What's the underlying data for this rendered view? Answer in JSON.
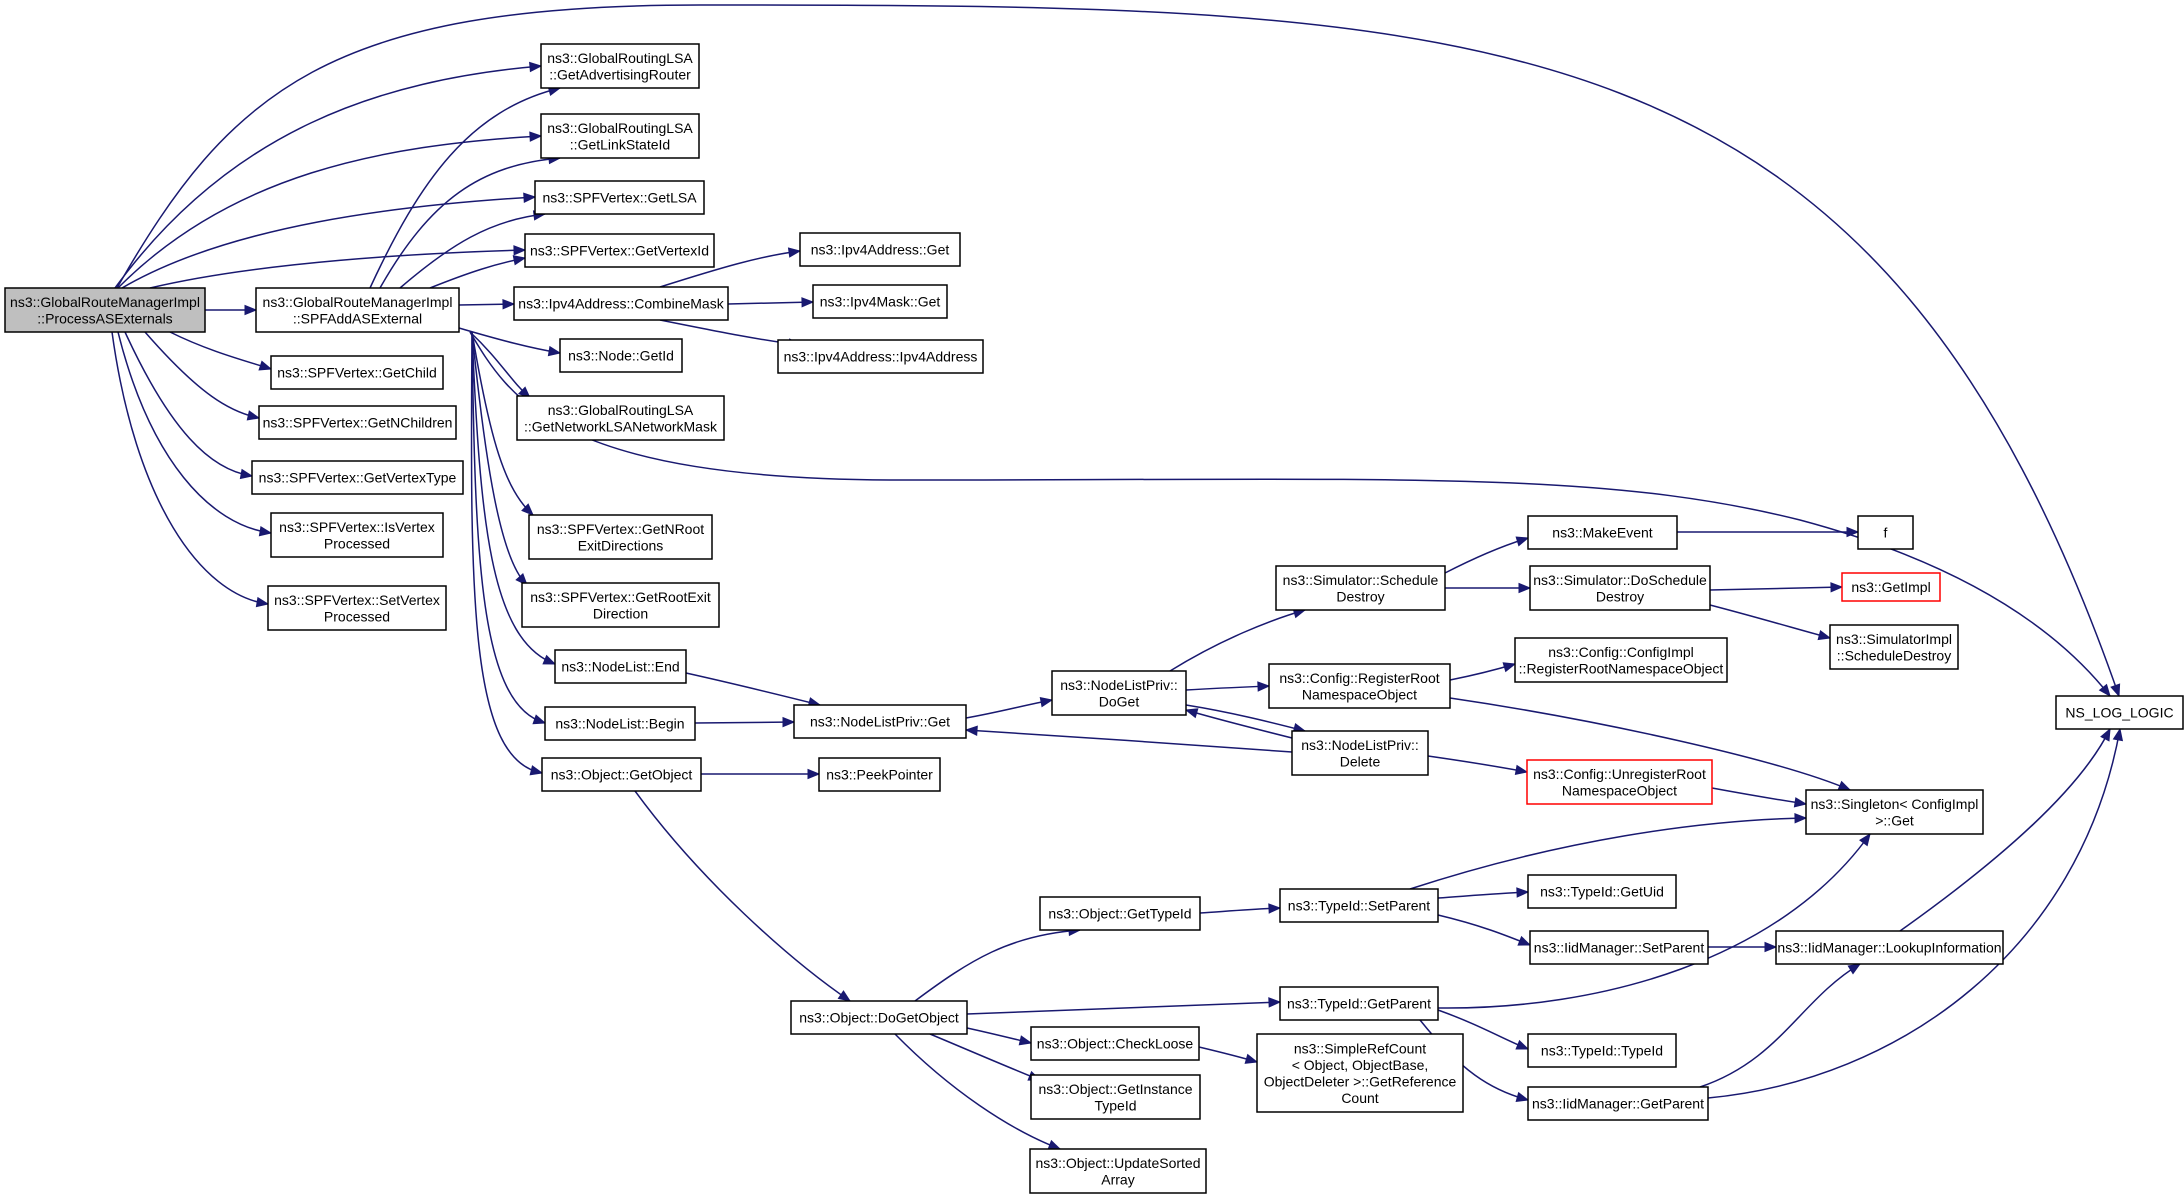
{
  "colors": {
    "edge": "#191970",
    "root_fill": "#bfbfbf",
    "truncated_border": "#ff0000"
  },
  "nodes": {
    "root": {
      "lines": [
        "ns3::GlobalRouteManagerImpl",
        "::ProcessASExternals"
      ]
    },
    "spfadd": {
      "lines": [
        "ns3::GlobalRouteManagerImpl",
        "::SPFAddASExternal"
      ]
    },
    "getadvrouter": {
      "lines": [
        "ns3::GlobalRoutingLSA",
        "::GetAdvertisingRouter"
      ]
    },
    "getlinkstateid": {
      "lines": [
        "ns3::GlobalRoutingLSA",
        "::GetLinkStateId"
      ]
    },
    "getlsa": {
      "lines": [
        "ns3::SPFVertex::GetLSA"
      ]
    },
    "getvertexid": {
      "lines": [
        "ns3::SPFVertex::GetVertexId"
      ]
    },
    "getchild": {
      "lines": [
        "ns3::SPFVertex::GetChild"
      ]
    },
    "getnchildren": {
      "lines": [
        "ns3::SPFVertex::GetNChildren"
      ]
    },
    "getvertextype": {
      "lines": [
        "ns3::SPFVertex::GetVertexType"
      ]
    },
    "isvertexprocessed": {
      "lines": [
        "ns3::SPFVertex::IsVertex",
        "Processed"
      ]
    },
    "setvertexprocessed": {
      "lines": [
        "ns3::SPFVertex::SetVertex",
        "Processed"
      ]
    },
    "combinemask": {
      "lines": [
        "ns3::Ipv4Address::CombineMask"
      ]
    },
    "nodegetid": {
      "lines": [
        "ns3::Node::GetId"
      ]
    },
    "getnetmask": {
      "lines": [
        "ns3::GlobalRoutingLSA",
        "::GetNetworkLSANetworkMask"
      ]
    },
    "getnroot": {
      "lines": [
        "ns3::SPFVertex::GetNRoot",
        "ExitDirections"
      ]
    },
    "getrootexit": {
      "lines": [
        "ns3::SPFVertex::GetRootExit",
        "Direction"
      ]
    },
    "nodelistend": {
      "lines": [
        "ns3::NodeList::End"
      ]
    },
    "nodelistbegin": {
      "lines": [
        "ns3::NodeList::Begin"
      ]
    },
    "objgetobject": {
      "lines": [
        "ns3::Object::GetObject"
      ]
    },
    "ipv4addrget": {
      "lines": [
        "ns3::Ipv4Address::Get"
      ]
    },
    "ipv4maskget": {
      "lines": [
        "ns3::Ipv4Mask::Get"
      ]
    },
    "ipv4addrctor": {
      "lines": [
        "ns3::Ipv4Address::Ipv4Address"
      ]
    },
    "nlprivget": {
      "lines": [
        "ns3::NodeListPriv::Get"
      ]
    },
    "peekpointer": {
      "lines": [
        "ns3::PeekPointer"
      ]
    },
    "nlprivdoget": {
      "lines": [
        "ns3::NodeListPriv::",
        "DoGet"
      ]
    },
    "simschedule": {
      "lines": [
        "ns3::Simulator::Schedule",
        "Destroy"
      ]
    },
    "makeevent": {
      "lines": [
        "ns3::MakeEvent"
      ]
    },
    "f": {
      "lines": [
        "f"
      ]
    },
    "simdoschedule": {
      "lines": [
        "ns3::Simulator::DoSchedule",
        "Destroy"
      ]
    },
    "getimpl": {
      "lines": [
        "ns3::GetImpl"
      ]
    },
    "simimplsched": {
      "lines": [
        "ns3::SimulatorImpl",
        "::ScheduleDestroy"
      ]
    },
    "cfgregister": {
      "lines": [
        "ns3::Config::RegisterRoot",
        "NamespaceObject"
      ]
    },
    "cfgimplregister": {
      "lines": [
        "ns3::Config::ConfigImpl",
        "::RegisterRootNamespaceObject"
      ]
    },
    "nlprivdelete": {
      "lines": [
        "ns3::NodeListPriv::",
        "Delete"
      ]
    },
    "cfgunregister": {
      "lines": [
        "ns3::Config::UnregisterRoot",
        "NamespaceObject"
      ]
    },
    "singleton": {
      "lines": [
        "ns3::Singleton< ConfigImpl",
        ">::Get"
      ]
    },
    "nslog": {
      "lines": [
        "NS_LOG_LOGIC"
      ]
    },
    "objgettypeid": {
      "lines": [
        "ns3::Object::GetTypeId"
      ]
    },
    "typeidsetparent": {
      "lines": [
        "ns3::TypeId::SetParent"
      ]
    },
    "typeidgetuid": {
      "lines": [
        "ns3::TypeId::GetUid"
      ]
    },
    "iidsetparent": {
      "lines": [
        "ns3::IidManager::SetParent"
      ]
    },
    "iidlookup": {
      "lines": [
        "ns3::IidManager::LookupInformation"
      ]
    },
    "objdogetobject": {
      "lines": [
        "ns3::Object::DoGetObject"
      ]
    },
    "typeidgetparent": {
      "lines": [
        "ns3::TypeId::GetParent"
      ]
    },
    "objcheckloose": {
      "lines": [
        "ns3::Object::CheckLoose"
      ]
    },
    "simplerefcount": {
      "lines": [
        "ns3::SimpleRefCount",
        "< Object, ObjectBase,",
        "ObjectDeleter >::GetReference",
        "Count"
      ]
    },
    "typeidctor": {
      "lines": [
        "ns3::TypeId::TypeId"
      ]
    },
    "iidgetparent": {
      "lines": [
        "ns3::IidManager::GetParent"
      ]
    },
    "objgetinstance": {
      "lines": [
        "ns3::Object::GetInstance",
        "TypeId"
      ]
    },
    "objupdatesorted": {
      "lines": [
        "ns3::Object::UpdateSorted",
        "Array"
      ]
    }
  }
}
